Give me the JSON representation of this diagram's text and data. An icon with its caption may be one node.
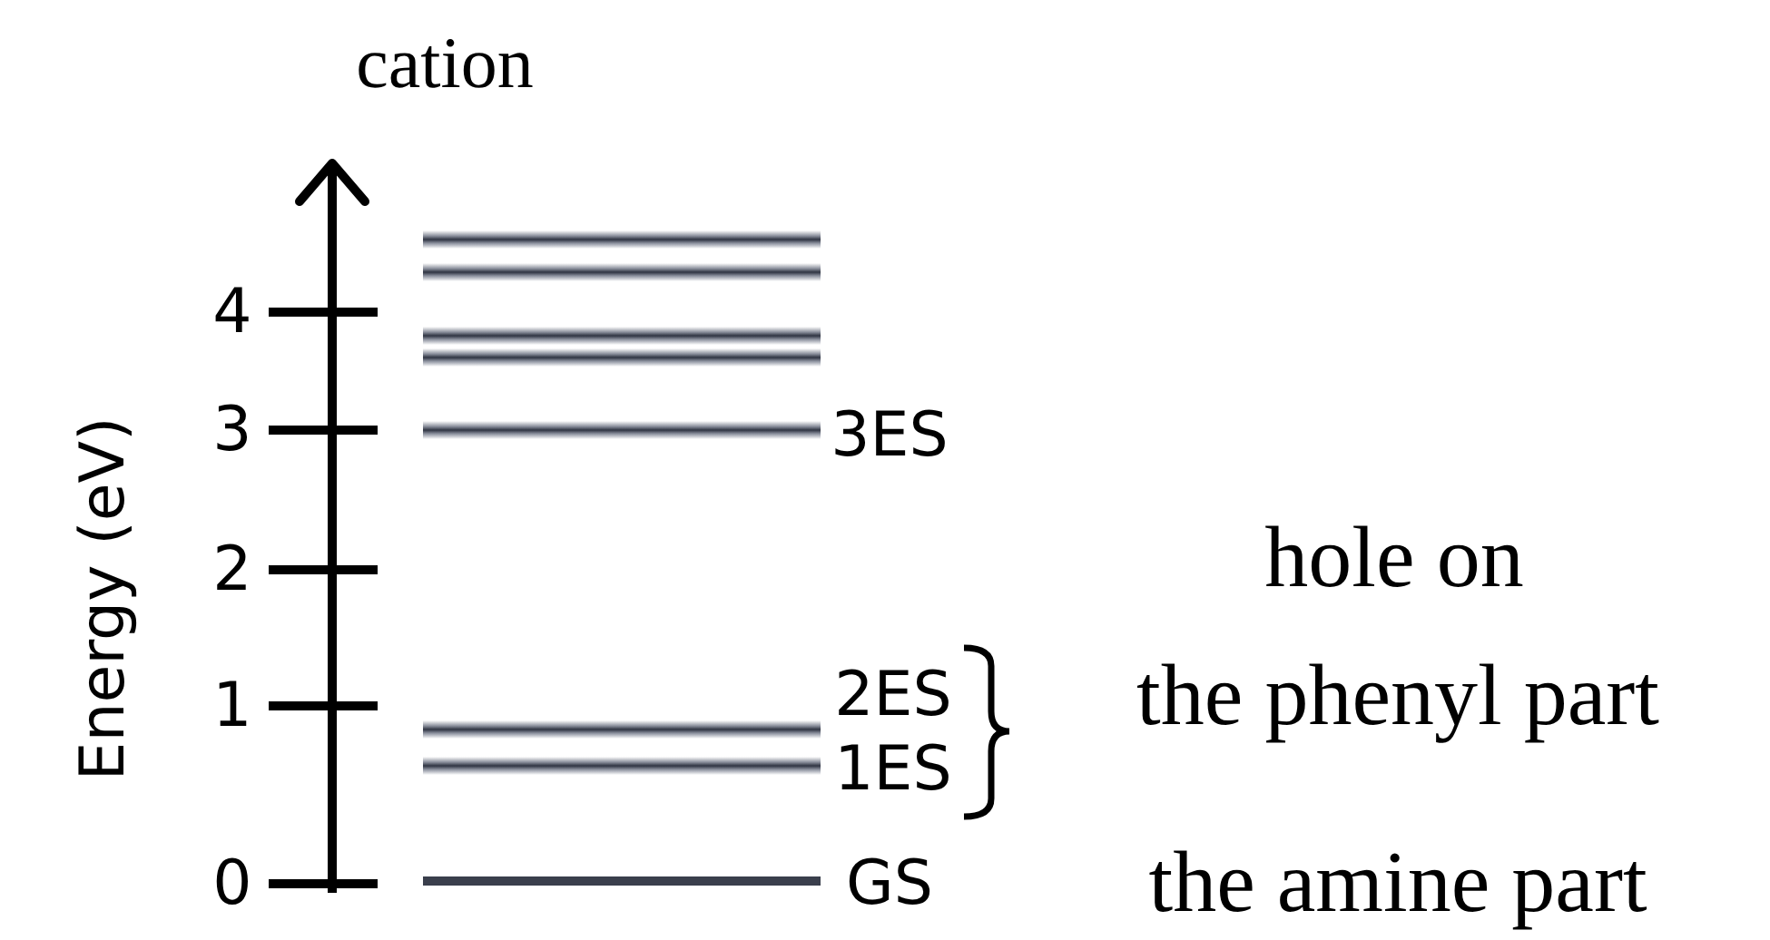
{
  "diagram": {
    "title": "cation",
    "labels": [
      "Energy (eV)",
      "4",
      "3",
      "3ES",
      "2",
      "hole on",
      "2ES",
      "1",
      "the phenyl part",
      "1ES",
      "0",
      "GS",
      "the amine part"
    ]
  }
}
